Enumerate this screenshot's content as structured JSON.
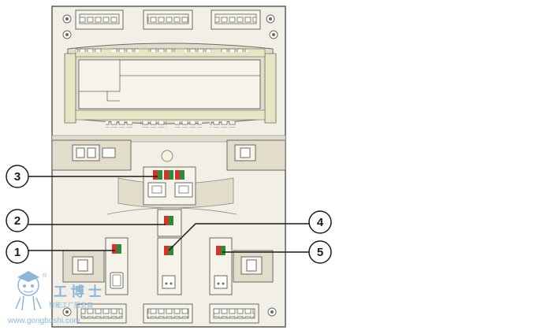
{
  "callouts": [
    {
      "id": "1",
      "label": "1"
    },
    {
      "id": "2",
      "label": "2"
    },
    {
      "id": "3",
      "label": "3"
    },
    {
      "id": "4",
      "label": "4"
    },
    {
      "id": "5",
      "label": "5"
    }
  ],
  "watermark": {
    "name": "工博士",
    "subtitle": "智能工厂服务商",
    "url": "www.gongboshi.com",
    "registered": "®"
  },
  "colors": {
    "panel": "#f2efe6",
    "panel_dark": "#e2dccb",
    "outline": "#6b6b63",
    "display_band": "#e7e6c4",
    "led_red": "#d6342b",
    "led_green": "#2e8b3a",
    "watermark": "#7fb0d8"
  }
}
